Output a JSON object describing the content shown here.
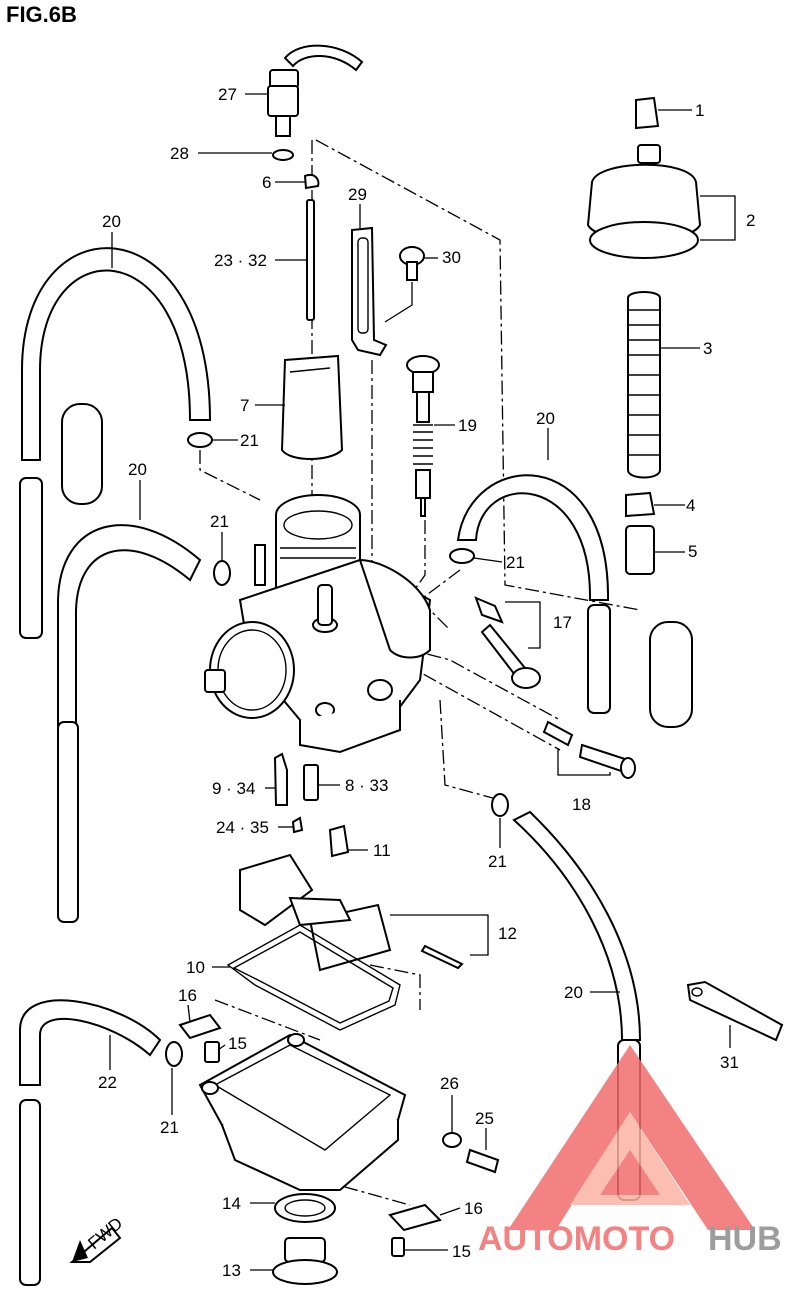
{
  "figure": {
    "title": "FIG.6B"
  },
  "callouts": [
    {
      "id": "c27",
      "text": "27"
    },
    {
      "id": "c28",
      "text": "28"
    },
    {
      "id": "c6",
      "text": "6"
    },
    {
      "id": "c29",
      "text": "29"
    },
    {
      "id": "c30",
      "text": "30"
    },
    {
      "id": "c2332",
      "text": "23 · 32"
    },
    {
      "id": "c1",
      "text": "1"
    },
    {
      "id": "c2",
      "text": "2"
    },
    {
      "id": "c3",
      "text": "3"
    },
    {
      "id": "c4",
      "text": "4"
    },
    {
      "id": "c5",
      "text": "5"
    },
    {
      "id": "c20a",
      "text": "20"
    },
    {
      "id": "c20b",
      "text": "20"
    },
    {
      "id": "c20c",
      "text": "20"
    },
    {
      "id": "c20d",
      "text": "20"
    },
    {
      "id": "c7",
      "text": "7"
    },
    {
      "id": "c21a",
      "text": "21"
    },
    {
      "id": "c21b",
      "text": "21"
    },
    {
      "id": "c21c",
      "text": "21"
    },
    {
      "id": "c21d",
      "text": "21"
    },
    {
      "id": "c21e",
      "text": "21"
    },
    {
      "id": "c19",
      "text": "19"
    },
    {
      "id": "c17",
      "text": "17"
    },
    {
      "id": "c18",
      "text": "18"
    },
    {
      "id": "c934",
      "text": "9 · 34"
    },
    {
      "id": "c833",
      "text": "8 · 33"
    },
    {
      "id": "c2435",
      "text": "24 · 35"
    },
    {
      "id": "c11",
      "text": "11"
    },
    {
      "id": "c12",
      "text": "12"
    },
    {
      "id": "c10",
      "text": "10"
    },
    {
      "id": "c16a",
      "text": "16"
    },
    {
      "id": "c16b",
      "text": "16"
    },
    {
      "id": "c15a",
      "text": "15"
    },
    {
      "id": "c15b",
      "text": "15"
    },
    {
      "id": "c22",
      "text": "22"
    },
    {
      "id": "c26",
      "text": "26"
    },
    {
      "id": "c25",
      "text": "25"
    },
    {
      "id": "c31",
      "text": "31"
    },
    {
      "id": "c14",
      "text": "14"
    },
    {
      "id": "c13",
      "text": "13"
    }
  ],
  "direction_badge": {
    "text": "FWD"
  },
  "watermark": {
    "part1": "AUTOMOTO",
    "part2": "HUB",
    "color_primary": "#f26d6d",
    "color_secondary": "#8c8c8c",
    "color_fill": "#fbb3a4"
  },
  "colors": {
    "line": "#000000",
    "background": "#ffffff"
  }
}
